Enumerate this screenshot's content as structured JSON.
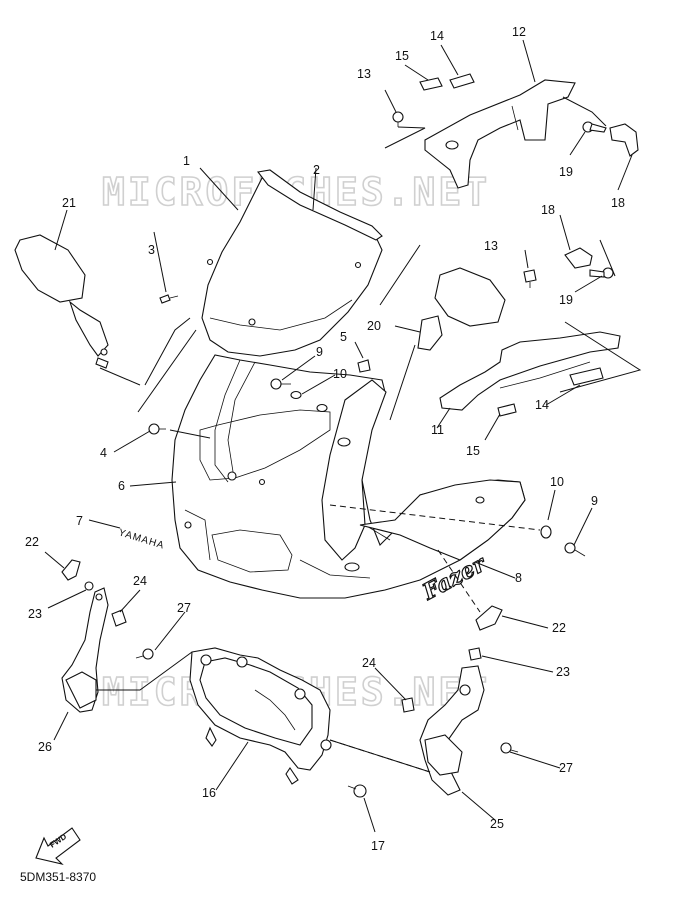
{
  "watermark": {
    "text": "MICROFICHES.NET"
  },
  "diagram_code": "5DM351-8370",
  "fwd_label": "FWD",
  "brand_decal": "YAMAHA",
  "model_decal": "Fazer",
  "callouts": {
    "c1": "1",
    "c2": "2",
    "c3": "3",
    "c4": "4",
    "c5": "5",
    "c6": "6",
    "c7": "7",
    "c8": "8",
    "c9a": "9",
    "c9b": "9",
    "c10a": "10",
    "c10b": "10",
    "c11": "11",
    "c12": "12",
    "c13a": "13",
    "c13b": "13",
    "c14a": "14",
    "c14b": "14",
    "c15a": "15",
    "c15b": "15",
    "c16": "16",
    "c17": "17",
    "c18a": "18",
    "c18b": "18",
    "c19a": "19",
    "c19b": "19",
    "c20": "20",
    "c21": "21",
    "c22a": "22",
    "c22b": "22",
    "c23a": "23",
    "c23b": "23",
    "c24a": "24",
    "c24b": "24",
    "c25": "25",
    "c26": "26",
    "c27a": "27",
    "c27b": "27"
  }
}
